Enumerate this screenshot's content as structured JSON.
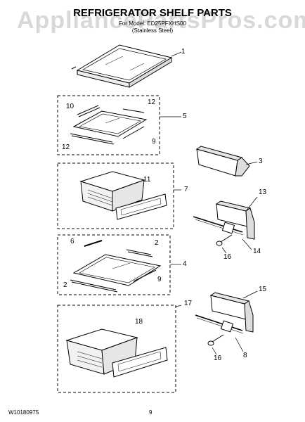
{
  "header": {
    "watermark": "AppliancePartsPros.com",
    "title": "REFRIGERATOR SHELF PARTS",
    "subtitle_line1": "For Model: ED25PFXHS00",
    "subtitle_line2": "(Stainless Steel)"
  },
  "footer": {
    "part_number": "W10180975",
    "page_number": "9"
  },
  "callouts": {
    "c1": "1",
    "c2a": "2",
    "c2b": "2",
    "c3": "3",
    "c4": "4",
    "c5": "5",
    "c6": "6",
    "c7": "7",
    "c8": "8",
    "c9a": "9",
    "c9b": "9",
    "c10": "10",
    "c11": "11",
    "c12a": "12",
    "c12b": "12",
    "c13": "13",
    "c14": "14",
    "c15": "15",
    "c16a": "16",
    "c16b": "16",
    "c17": "17",
    "c18": "18"
  },
  "colors": {
    "line": "#000000",
    "watermark": "#d8d8d8"
  }
}
